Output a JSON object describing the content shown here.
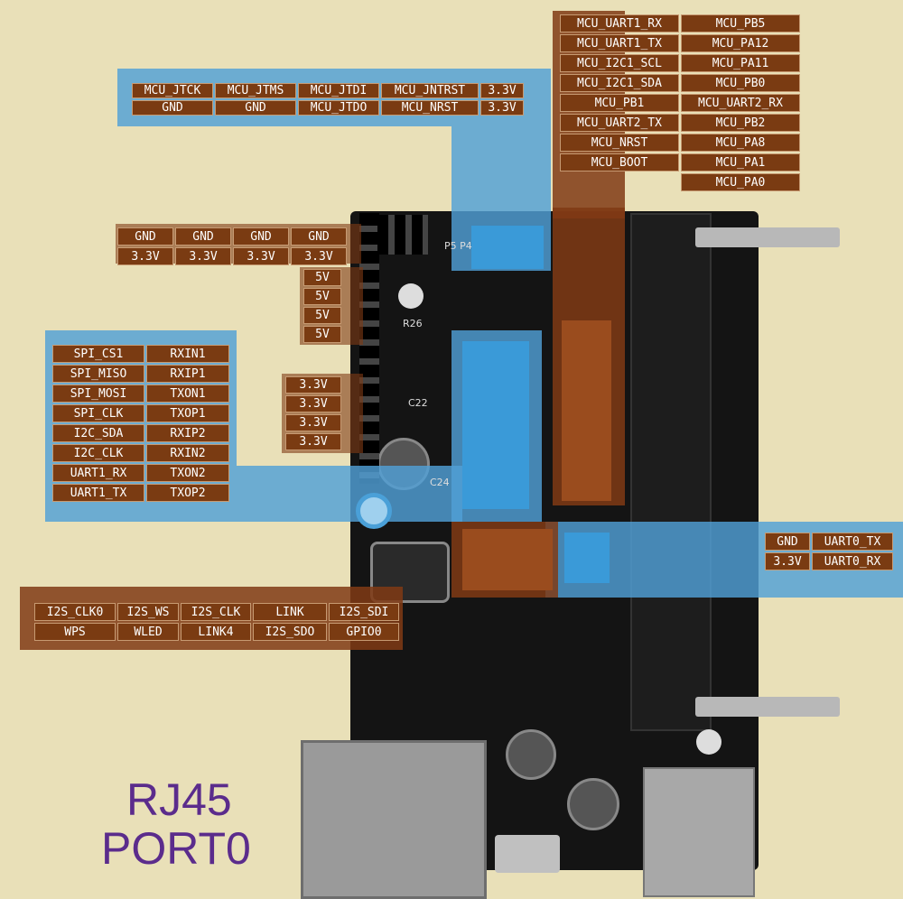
{
  "jtag_header": {
    "row1": [
      "MCU_JTCK",
      "MCU_JTMS",
      "MCU_JTDI",
      "MCU_JNTRST",
      "3.3V"
    ],
    "row2": [
      "GND",
      "GND",
      "MCU_JTDO",
      "MCU_NRST",
      "3.3V"
    ]
  },
  "mcu_header": {
    "rows": [
      [
        "MCU_UART1_RX",
        "MCU_PB5"
      ],
      [
        "MCU_UART1_TX",
        "MCU_PA12"
      ],
      [
        "MCU_I2C1_SCL",
        "MCU_PA11"
      ],
      [
        "MCU_I2C1_SDA",
        "MCU_PB0"
      ],
      [
        "MCU_PB1",
        "MCU_UART2_RX"
      ],
      [
        "MCU_UART2_TX",
        "MCU_PB2"
      ],
      [
        "MCU_NRST",
        "MCU_PA8"
      ],
      [
        "MCU_BOOT",
        "MCU_PA1"
      ],
      [
        "",
        "MCU_PA0"
      ]
    ]
  },
  "power_header": {
    "row1": [
      "GND",
      "GND",
      "GND",
      "GND"
    ],
    "row2": [
      "3.3V",
      "3.3V",
      "3.3V",
      "3.3V"
    ]
  },
  "five_volt": [
    "5V",
    "5V",
    "5V",
    "5V"
  ],
  "three_volt": [
    "3.3V",
    "3.3V",
    "3.3V",
    "3.3V"
  ],
  "spi_header": {
    "rows": [
      [
        "SPI_CS1",
        "RXIN1"
      ],
      [
        "SPI_MISO",
        "RXIP1"
      ],
      [
        "SPI_MOSI",
        "TXON1"
      ],
      [
        "SPI_CLK",
        "TXOP1"
      ],
      [
        "I2C_SDA",
        "RXIP2"
      ],
      [
        "I2C_CLK",
        "RXIN2"
      ],
      [
        "UART1_RX",
        "TXON2"
      ],
      [
        "UART1_TX",
        "TXOP2"
      ]
    ]
  },
  "uart0_header": {
    "rows": [
      [
        "GND",
        "UART0_TX"
      ],
      [
        "3.3V",
        "UART0_RX"
      ]
    ]
  },
  "i2s_header": {
    "row1": [
      "I2S_CLK0",
      "I2S_WS",
      "I2S_CLK",
      "LINK",
      "I2S_SDI"
    ],
    "row2": [
      "WPS",
      "WLED",
      "LINK4",
      "I2S_SDO",
      "GPIO0"
    ]
  },
  "rj45": {
    "line1": "RJ45",
    "line2": "PORT0"
  },
  "colors": {
    "brown": "#7a3b12",
    "blue": "#50a0d7",
    "purple": "#5b2c8c",
    "background": "#e9e0b8"
  }
}
